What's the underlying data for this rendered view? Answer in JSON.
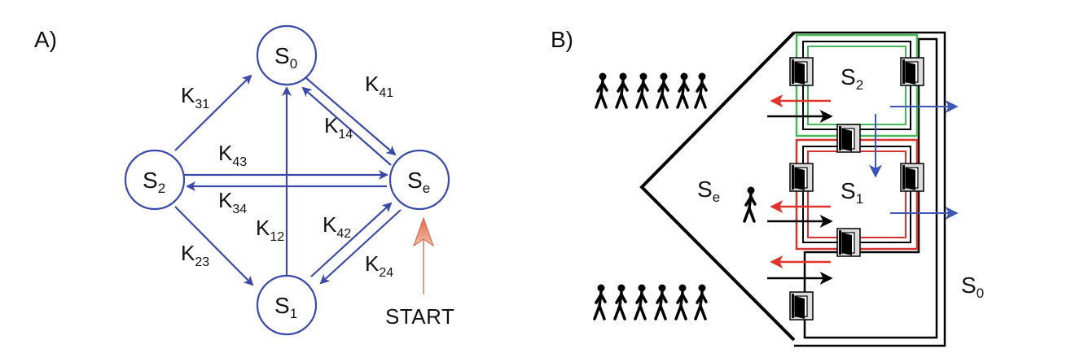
{
  "colors": {
    "graph_blue": "#3b4aa8",
    "start_arrow": "#e07a63",
    "zone_green": "#46b85a",
    "zone_red": "#d6322e",
    "flow_red": "#e0332a",
    "flow_black": "#000000",
    "flow_blue": "#3d55b5",
    "wall_black": "#000000"
  },
  "panel_a": {
    "label": "A)",
    "nodes": {
      "s0": {
        "main": "S",
        "sub": "0"
      },
      "s2": {
        "main": "S",
        "sub": "2"
      },
      "se": {
        "main": "S",
        "sub": "e"
      },
      "s1": {
        "main": "S",
        "sub": "1"
      }
    },
    "rates": {
      "k31": {
        "main": "K",
        "sub": "31"
      },
      "k41": {
        "main": "K",
        "sub": "41"
      },
      "k14": {
        "main": "K",
        "sub": "14"
      },
      "k43": {
        "main": "K",
        "sub": "43"
      },
      "k34": {
        "main": "K",
        "sub": "34"
      },
      "k12": {
        "main": "K",
        "sub": "12"
      },
      "k42": {
        "main": "K",
        "sub": "42"
      },
      "k23": {
        "main": "K",
        "sub": "23"
      },
      "k24": {
        "main": "K",
        "sub": "24"
      }
    },
    "start_label": "START"
  },
  "panel_b": {
    "label": "B)",
    "zones": {
      "s2": {
        "main": "S",
        "sub": "2"
      },
      "s1": {
        "main": "S",
        "sub": "1"
      },
      "se": {
        "main": "S",
        "sub": "e"
      },
      "s0": {
        "main": "S",
        "sub": "0"
      }
    },
    "icons": [
      "pedestrian-group-icon",
      "pedestrian-icon",
      "door-icon"
    ]
  }
}
